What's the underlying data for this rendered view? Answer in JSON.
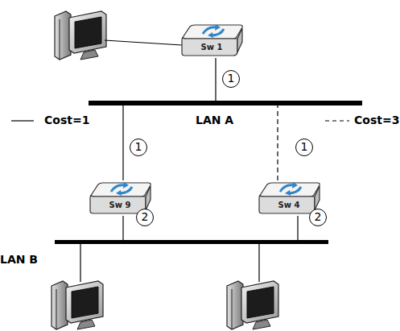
{
  "diagram": {
    "nodes": [
      {
        "text": [
          "Sw 1"
        ]
      },
      {
        "text": [
          "LAN A"
        ]
      },
      {
        "text": [
          "Sw 9"
        ]
      },
      {
        "text": [
          "Sw 4"
        ]
      },
      {
        "text": [
          "LAN B"
        ]
      }
    ],
    "edges": [
      {
        "from": 0,
        "to": 1,
        "arrow": "none",
        "label": "1"
      },
      {
        "from": 2,
        "to": 1,
        "arrow": "none",
        "label": "1"
      },
      {
        "from": 3,
        "to": 1,
        "arrow": "none",
        "label": "1"
      },
      {
        "from": 2,
        "to": 4,
        "arrow": "none",
        "label": "2"
      },
      {
        "from": 3,
        "to": 4,
        "arrow": "none",
        "label": "2"
      }
    ],
    "legend": [
      {
        "text": "Cost=1"
      },
      {
        "text": "Cost=3"
      }
    ]
  }
}
